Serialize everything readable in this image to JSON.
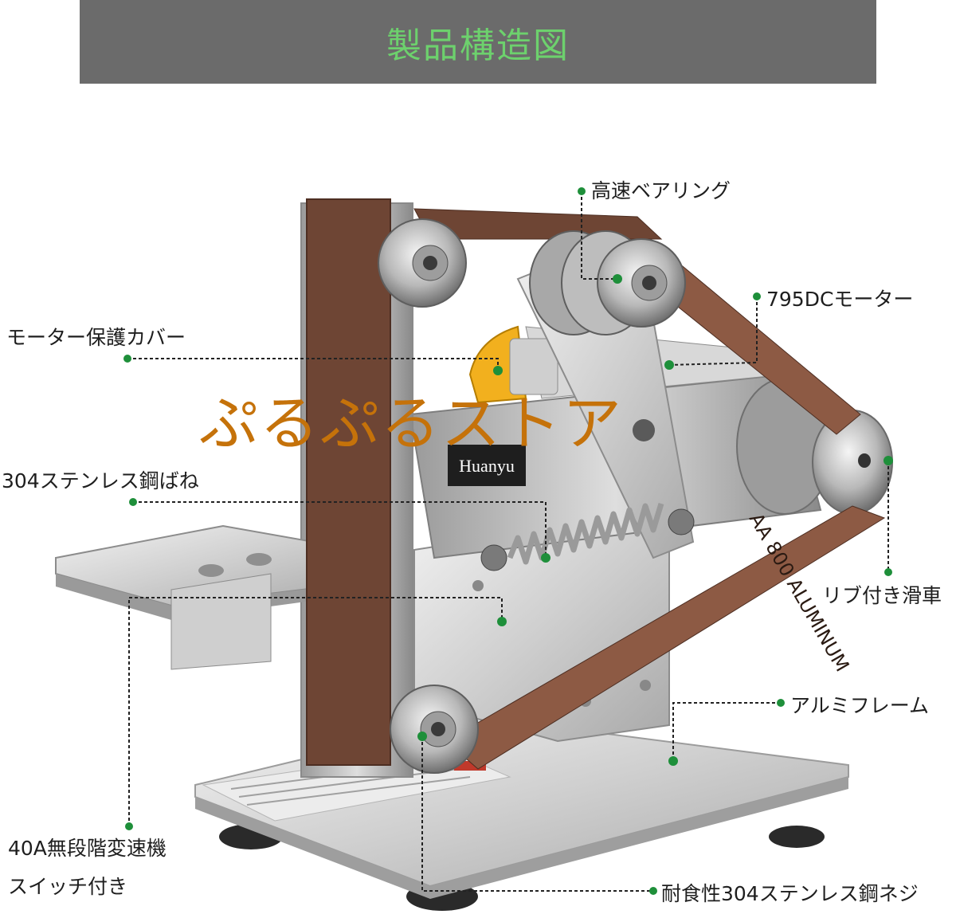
{
  "header": {
    "title": "製品構造図"
  },
  "brand": {
    "plate_text": "Huanyu"
  },
  "belt": {
    "print_text": "AA 800 ALUMINUM"
  },
  "watermark": {
    "text": "ぷるぷるストア"
  },
  "callouts": {
    "bearing": "高速ベアリング",
    "motor": "795DCモーター",
    "motor_cover": "モーター保護カバー",
    "spring": "304ステンレス鋼ばね",
    "pulley": "リブ付き滑車",
    "frame": "アルミフレーム",
    "switch_line1": "40A無段階変速機",
    "switch_line2": "スイッチ付き",
    "screw": "耐食性304ステンレス鋼ネジ"
  },
  "colors": {
    "banner_bg": "#6b6b6b",
    "banner_text": "#6dd16d",
    "marker": "#1e8f3a",
    "belt": "#6e4534",
    "watermark": "#c5720a"
  }
}
